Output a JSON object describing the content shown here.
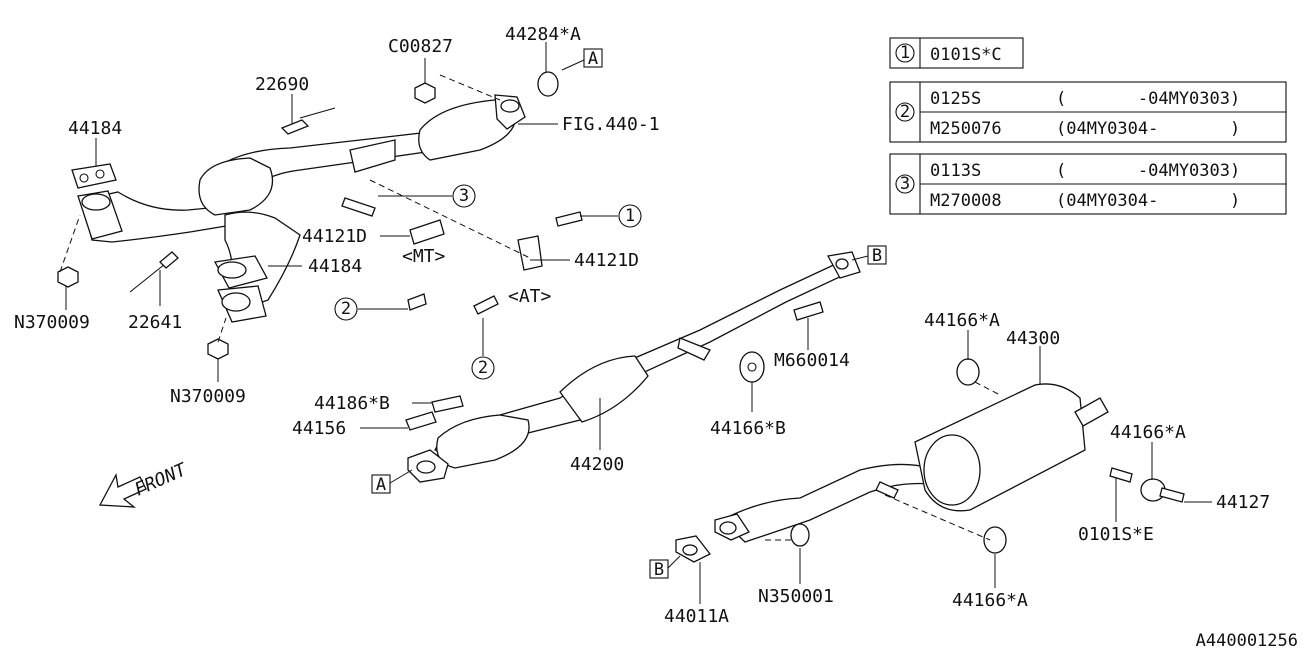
{
  "diagram_id": "A440001256",
  "front_label": "FRONT",
  "ref_table": [
    {
      "num": "1",
      "rows": [
        {
          "code": "0101S*C",
          "range": ""
        }
      ]
    },
    {
      "num": "2",
      "rows": [
        {
          "code": "0125S",
          "range": "(       -04MY0303)"
        },
        {
          "code": "M250076",
          "range": "(04MY0304-       )"
        }
      ]
    },
    {
      "num": "3",
      "rows": [
        {
          "code": "0113S",
          "range": "(       -04MY0303)"
        },
        {
          "code": "M270008",
          "range": "(04MY0304-       )"
        }
      ]
    }
  ],
  "callouts": [
    "1",
    "2",
    "2",
    "3"
  ],
  "boxed_refs": [
    "A",
    "A",
    "B",
    "B"
  ],
  "labels": {
    "c00827": "C00827",
    "p44284a": "44284*A",
    "p22690": "22690",
    "fig440": "FIG.440-1",
    "p44184_top": "44184",
    "p44184_mid": "44184",
    "p44121d_left": "44121D",
    "p44121d_right": "44121D",
    "mt": "<MT>",
    "at": "<AT>",
    "n370009_left": "N370009",
    "n370009_bottom": "N370009",
    "p22641": "22641",
    "m660014": "M660014",
    "p44186b": "44186*B",
    "p44156": "44156",
    "p44200": "44200",
    "p44166b": "44166*B",
    "p44166a_top": "44166*A",
    "p44300": "44300",
    "p44166a_right": "44166*A",
    "p44127": "44127",
    "p0101se": "0101S*E",
    "n350001": "N350001",
    "p44011a": "44011A",
    "p44166a_bottom": "44166*A"
  }
}
